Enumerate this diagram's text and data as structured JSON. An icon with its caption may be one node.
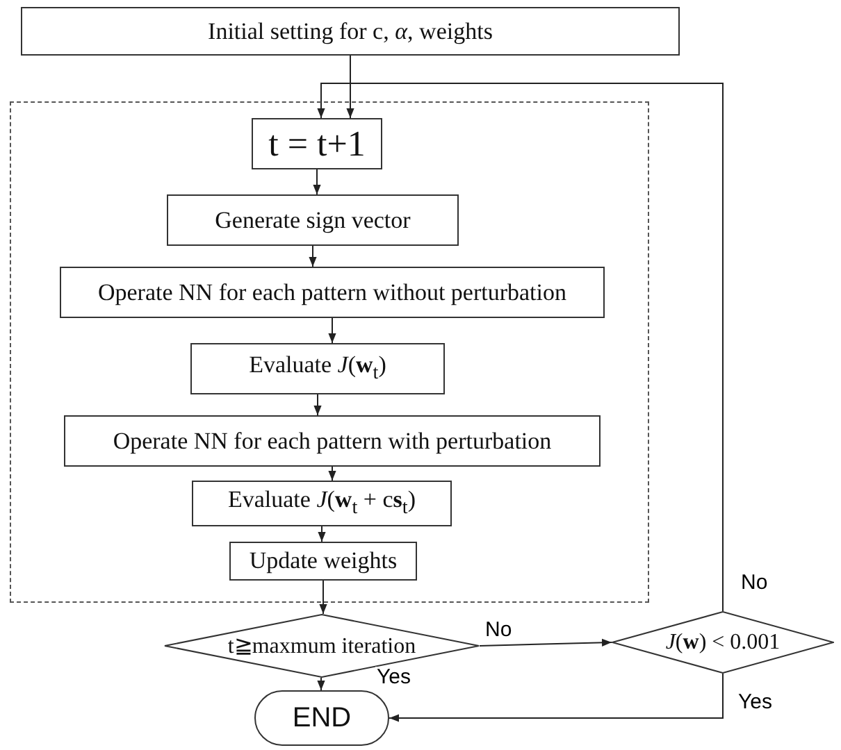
{
  "diagram": {
    "nodes": [
      {
        "text": [
          "Initial setting for c, *α*, weights"
        ]
      },
      {
        "text": [],
        "shape": "box"
      },
      {
        "text": [
          "t = t+1"
        ],
        "in": 1
      },
      {
        "text": [
          "Generate sign vector"
        ],
        "in": 1
      },
      {
        "text": [
          "Operate NN for each pattern without perturbation"
        ],
        "in": 1
      },
      {
        "text": [
          "Evaluate *J*(**w**$_{t}$)"
        ],
        "in": 1
      },
      {
        "text": [
          "Operate NN for each pattern with perturbation"
        ],
        "in": 1
      },
      {
        "text": [
          "Evaluate *J*(**w**$_{t}$ + c**s**$_{t}$)"
        ],
        "in": 1
      },
      {
        "text": [
          "Update weights"
        ],
        "in": 1
      },
      {
        "text": [
          "t≧maxmum iteration"
        ]
      },
      {
        "text": [
          "*J*(**w**) < 0.001"
        ]
      },
      {
        "text": [
          "END"
        ]
      }
    ],
    "edges": [
      {
        "from": 0,
        "to": 2,
        "arrow": "to"
      },
      {
        "from": 2,
        "to": 3,
        "arrow": "to"
      },
      {
        "from": 3,
        "to": 4,
        "arrow": "to"
      },
      {
        "from": 4,
        "to": 5,
        "arrow": "to"
      },
      {
        "from": 5,
        "to": 6,
        "arrow": "to"
      },
      {
        "from": 6,
        "to": 7,
        "arrow": "to"
      },
      {
        "from": 7,
        "to": 8,
        "arrow": "to"
      },
      {
        "from": 8,
        "to": 9,
        "arrow": "to"
      },
      {
        "from": 9,
        "to": 10,
        "arrow": "to",
        "label": "No"
      },
      {
        "from": 9,
        "to": 11,
        "arrow": "to",
        "label": "Yes"
      },
      {
        "from": 10,
        "to": 11,
        "arrow": "to",
        "label": "Yes"
      },
      {
        "from": 10,
        "to": 2,
        "arrow": "to",
        "label": "No"
      }
    ]
  }
}
